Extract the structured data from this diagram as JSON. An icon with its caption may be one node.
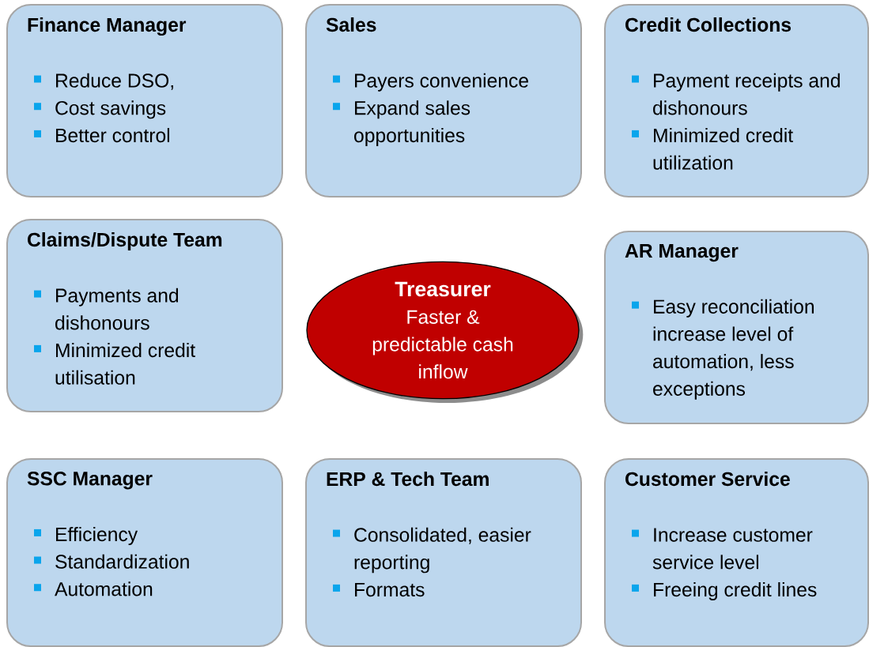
{
  "diagram": {
    "nodes": [
      {
        "text": [
          "Finance Manager",
          "Reduce DSO,",
          "Cost savings",
          "Better control"
        ]
      },
      {
        "text": [
          "Sales",
          "Payers convenience",
          "Expand sales opportunities"
        ]
      },
      {
        "text": [
          "Credit Collections",
          "Payment receipts and dishonours",
          "Minimized credit utilization"
        ]
      },
      {
        "text": [
          "Claims/Dispute Team",
          "Payments and dishonours",
          "Minimized credit utilisation"
        ]
      },
      {
        "text": [
          "Treasurer",
          "Faster & predictable cash inflow"
        ]
      },
      {
        "text": [
          "AR Manager",
          "Easy reconciliation increase level of automation, less exceptions"
        ]
      },
      {
        "text": [
          "SSC Manager",
          "Efficiency",
          "Standardization",
          "Automation"
        ]
      },
      {
        "text": [
          "ERP & Tech Team",
          "Consolidated, easier reporting",
          "Formats"
        ]
      },
      {
        "text": [
          "Customer Service",
          "Increase customer service level",
          "Freeing credit lines"
        ]
      }
    ]
  }
}
